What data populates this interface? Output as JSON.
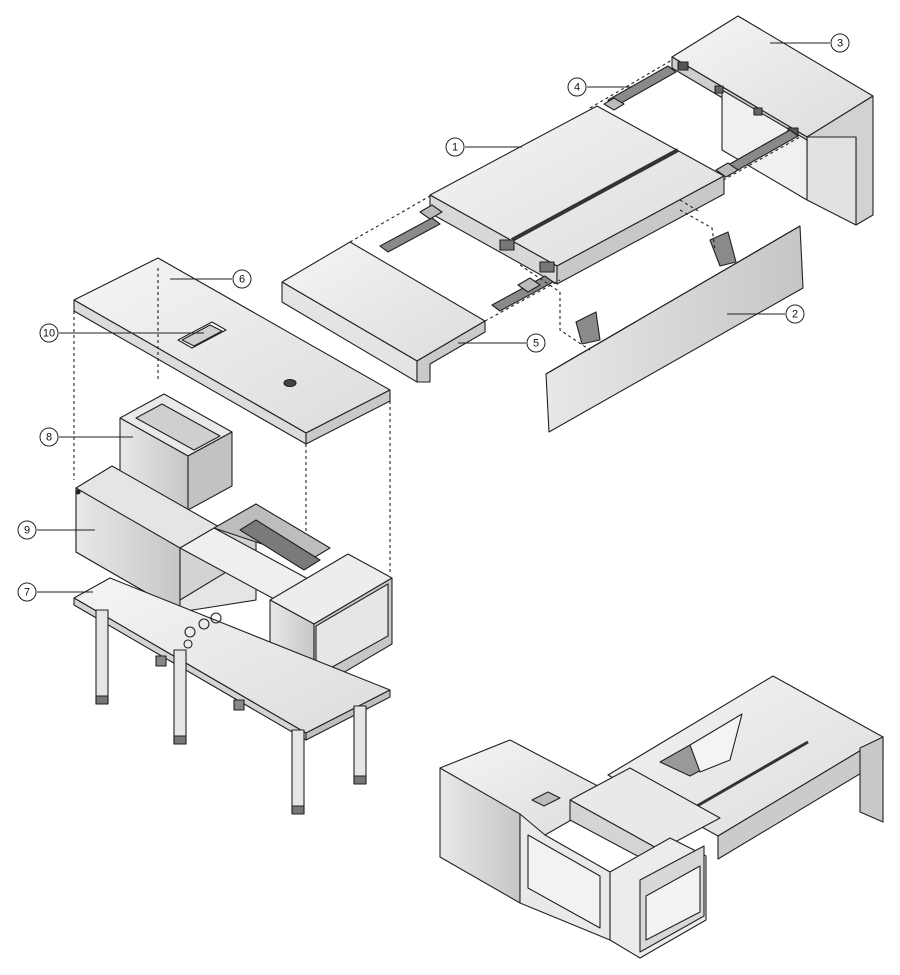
{
  "diagram": {
    "callouts": [
      {
        "id": "1",
        "label": "1"
      },
      {
        "id": "2",
        "label": "2"
      },
      {
        "id": "3",
        "label": "3"
      },
      {
        "id": "4",
        "label": "4"
      },
      {
        "id": "5",
        "label": "5"
      },
      {
        "id": "6",
        "label": "6"
      },
      {
        "id": "7",
        "label": "7"
      },
      {
        "id": "8",
        "label": "8"
      },
      {
        "id": "9",
        "label": "9"
      },
      {
        "id": "10",
        "label": "10"
      }
    ]
  },
  "colors": {
    "line": "#222222",
    "face_top": "#ececec",
    "face_left": "#d9d9d9",
    "face_right": "#c4c4c4",
    "dark": "#6e6e6e"
  }
}
